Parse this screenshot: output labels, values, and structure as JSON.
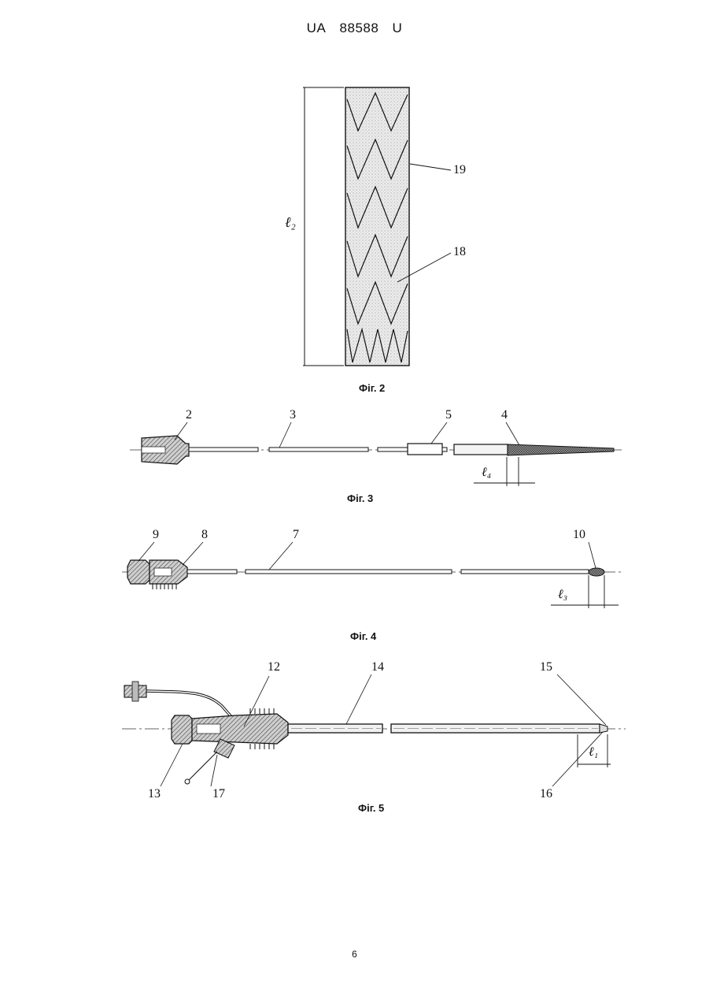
{
  "header": {
    "country": "UA",
    "number": "88588",
    "kind": "U"
  },
  "page_number": "6",
  "fig2": {
    "caption": "Фіг. 2",
    "labels": {
      "l2": "ℓ₂",
      "n19": "19",
      "n18": "18"
    }
  },
  "fig3": {
    "caption": "Фіг. 3",
    "labels": {
      "n2": "2",
      "n3": "3",
      "n5": "5",
      "n4": "4",
      "l4": "ℓ₄"
    }
  },
  "fig4": {
    "caption": "Фіг. 4",
    "labels": {
      "n9": "9",
      "n8": "8",
      "n7": "7",
      "n10": "10",
      "l3": "ℓ₃"
    }
  },
  "fig5": {
    "caption": "Фіг. 5",
    "labels": {
      "n12": "12",
      "n14": "14",
      "n15": "15",
      "n13": "13",
      "n17": "17",
      "n16": "16",
      "l1": "ℓ₁"
    }
  }
}
